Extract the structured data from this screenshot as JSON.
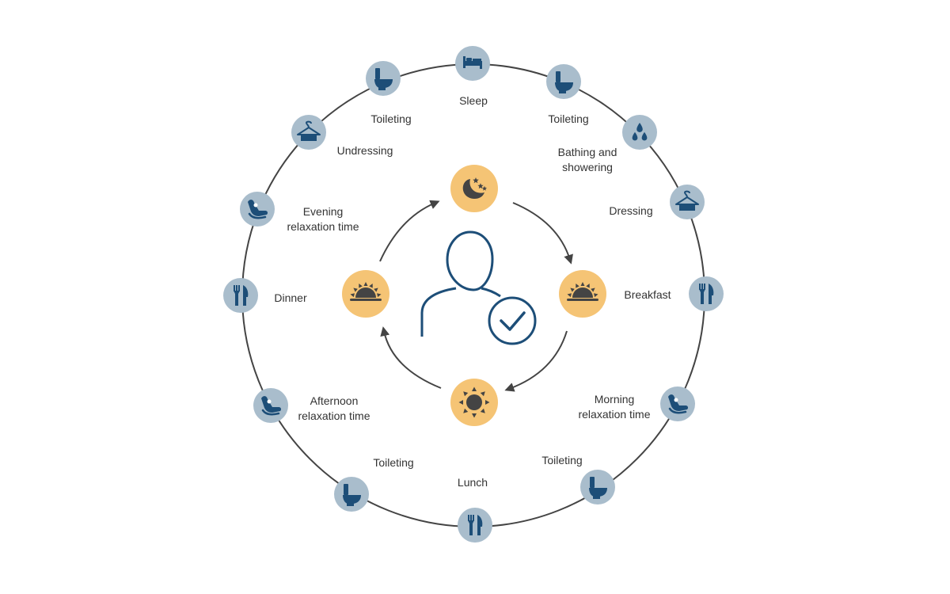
{
  "colors": {
    "background": "#ffffff",
    "ring": "#444444",
    "activity_circle": "#a9bdcc",
    "activity_icon": "#1d4e78",
    "phase_circle": "#f5c475",
    "phase_icon": "#444444",
    "person": "#1d4e78",
    "cycle_arrow": "#444444",
    "label_text": "#333333"
  },
  "activities": [
    {
      "id": "sleep",
      "icon": "bed-icon",
      "label_lines": [
        "Sleep"
      ]
    },
    {
      "id": "toileting-1",
      "icon": "toilet-icon",
      "label_lines": [
        "Toileting"
      ]
    },
    {
      "id": "bathing",
      "icon": "water-drops-icon",
      "label_lines": [
        "Bathing and",
        "showering"
      ]
    },
    {
      "id": "dressing",
      "icon": "hanger-icon",
      "label_lines": [
        "Dressing"
      ]
    },
    {
      "id": "breakfast",
      "icon": "fork-knife-icon",
      "label_lines": [
        "Breakfast"
      ]
    },
    {
      "id": "morning-relaxation",
      "icon": "recliner-icon",
      "label_lines": [
        "Morning",
        "relaxation time"
      ]
    },
    {
      "id": "toileting-2",
      "icon": "toilet-icon",
      "label_lines": [
        "Toileting"
      ]
    },
    {
      "id": "lunch",
      "icon": "fork-knife-icon",
      "label_lines": [
        "Lunch"
      ]
    },
    {
      "id": "toileting-3",
      "icon": "toilet-icon",
      "label_lines": [
        "Toileting"
      ]
    },
    {
      "id": "afternoon-relaxation",
      "icon": "recliner-icon",
      "label_lines": [
        "Afternoon",
        "relaxation time"
      ]
    },
    {
      "id": "dinner",
      "icon": "fork-knife-icon",
      "label_lines": [
        "Dinner"
      ]
    },
    {
      "id": "evening-relaxation",
      "icon": "recliner-icon",
      "label_lines": [
        "Evening",
        "relaxation time"
      ]
    },
    {
      "id": "undressing",
      "icon": "hanger-icon",
      "label_lines": [
        "Undressing"
      ]
    },
    {
      "id": "toileting-4",
      "icon": "toilet-icon",
      "label_lines": [
        "Toileting"
      ]
    }
  ],
  "phases": [
    {
      "id": "night",
      "icon": "moon-stars-icon"
    },
    {
      "id": "sunrise",
      "icon": "sunrise-icon"
    },
    {
      "id": "midday",
      "icon": "sun-icon"
    },
    {
      "id": "sunset",
      "icon": "sunset-icon"
    }
  ],
  "center": {
    "icon": "person-check-icon"
  }
}
